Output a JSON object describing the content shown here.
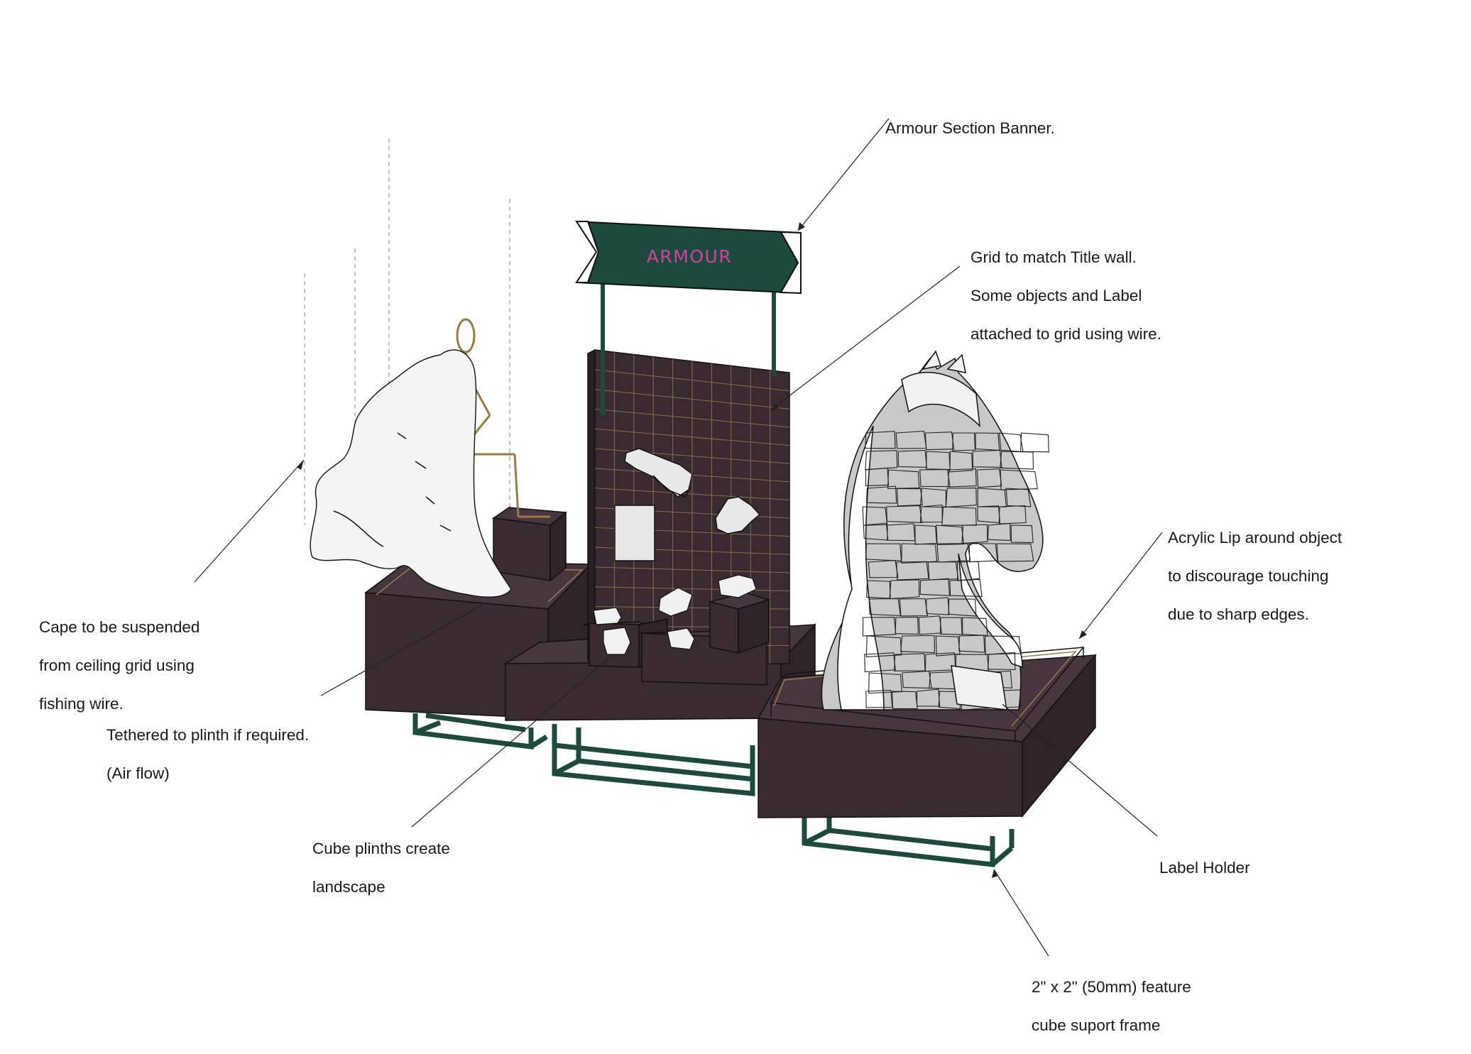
{
  "banner": {
    "title": "ARMOUR"
  },
  "annotations": [
    {
      "id": "armour-banner",
      "lines": [
        "Armour Section Banner."
      ]
    },
    {
      "id": "grid-wall",
      "lines": [
        "Grid to match Title wall.",
        "Some objects and Label",
        "attached to grid using wire."
      ]
    },
    {
      "id": "acrylic-lip",
      "lines": [
        "Acrylic Lip around object",
        "to discourage touching",
        "due to sharp edges."
      ]
    },
    {
      "id": "cape",
      "lines": [
        "Cape to be suspended",
        "from ceiling grid using",
        "fishing wire."
      ]
    },
    {
      "id": "tether",
      "lines": [
        "Tethered to plinth if required.",
        "(Air flow)"
      ]
    },
    {
      "id": "cube-plinths",
      "lines": [
        "Cube plinths create",
        "landscape"
      ]
    },
    {
      "id": "label-holder",
      "lines": [
        "Label Holder"
      ]
    },
    {
      "id": "support-frame",
      "lines": [
        "2\" x 2\" (50mm) feature",
        "cube suport frame"
      ]
    }
  ],
  "colors": {
    "plinth": "#3a2b33",
    "plinth_top": "#47363f",
    "frame": "#1c4a3e",
    "banner": "#1c4a3e",
    "banner_text": "#d63fa0",
    "grid_line": "#9a7a45",
    "wire": "#9a7a45"
  }
}
